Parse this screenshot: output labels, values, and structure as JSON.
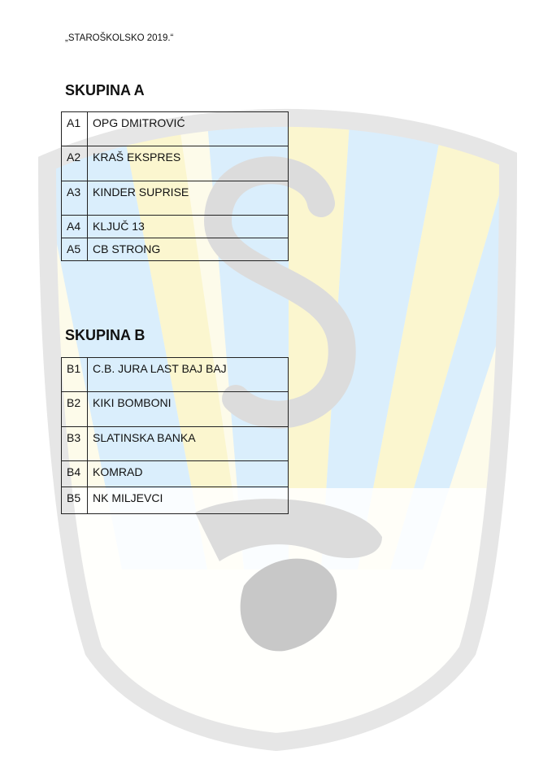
{
  "document": {
    "header_title": "„STAROŠKOLSKO 2019.“"
  },
  "groups": [
    {
      "heading": "SKUPINA A",
      "rows": [
        {
          "code": "A1",
          "team": "OPG DMITROVIĆ"
        },
        {
          "code": "A2",
          "team": "KRAŠ EKSPRES"
        },
        {
          "code": "A3",
          "team": "KINDER SUPRISE"
        },
        {
          "code": "A4",
          "team": "KLJUČ 13"
        },
        {
          "code": "A5",
          "team": "CB STRONG"
        }
      ]
    },
    {
      "heading": "SKUPINA B",
      "rows": [
        {
          "code": "B1",
          "team": "C.B. JURA LAST BAJ BAJ"
        },
        {
          "code": "B2",
          "team": "KIKI BOMBONI"
        },
        {
          "code": "B3",
          "team": "SLATINSKA BANKA"
        },
        {
          "code": "B4",
          "team": "KOMRAD"
        },
        {
          "code": "B5",
          "team": "NK MILJEVCI"
        }
      ]
    }
  ],
  "watermark": {
    "icon": "club-crest-watermark-icon",
    "colors": {
      "shield_outline": "#e6e6e6",
      "stripe_blue": "#daeefc",
      "stripe_yellow": "#fbf6cf",
      "letter_s": "#d9d9d9",
      "ball": "#c8c8c8"
    }
  }
}
